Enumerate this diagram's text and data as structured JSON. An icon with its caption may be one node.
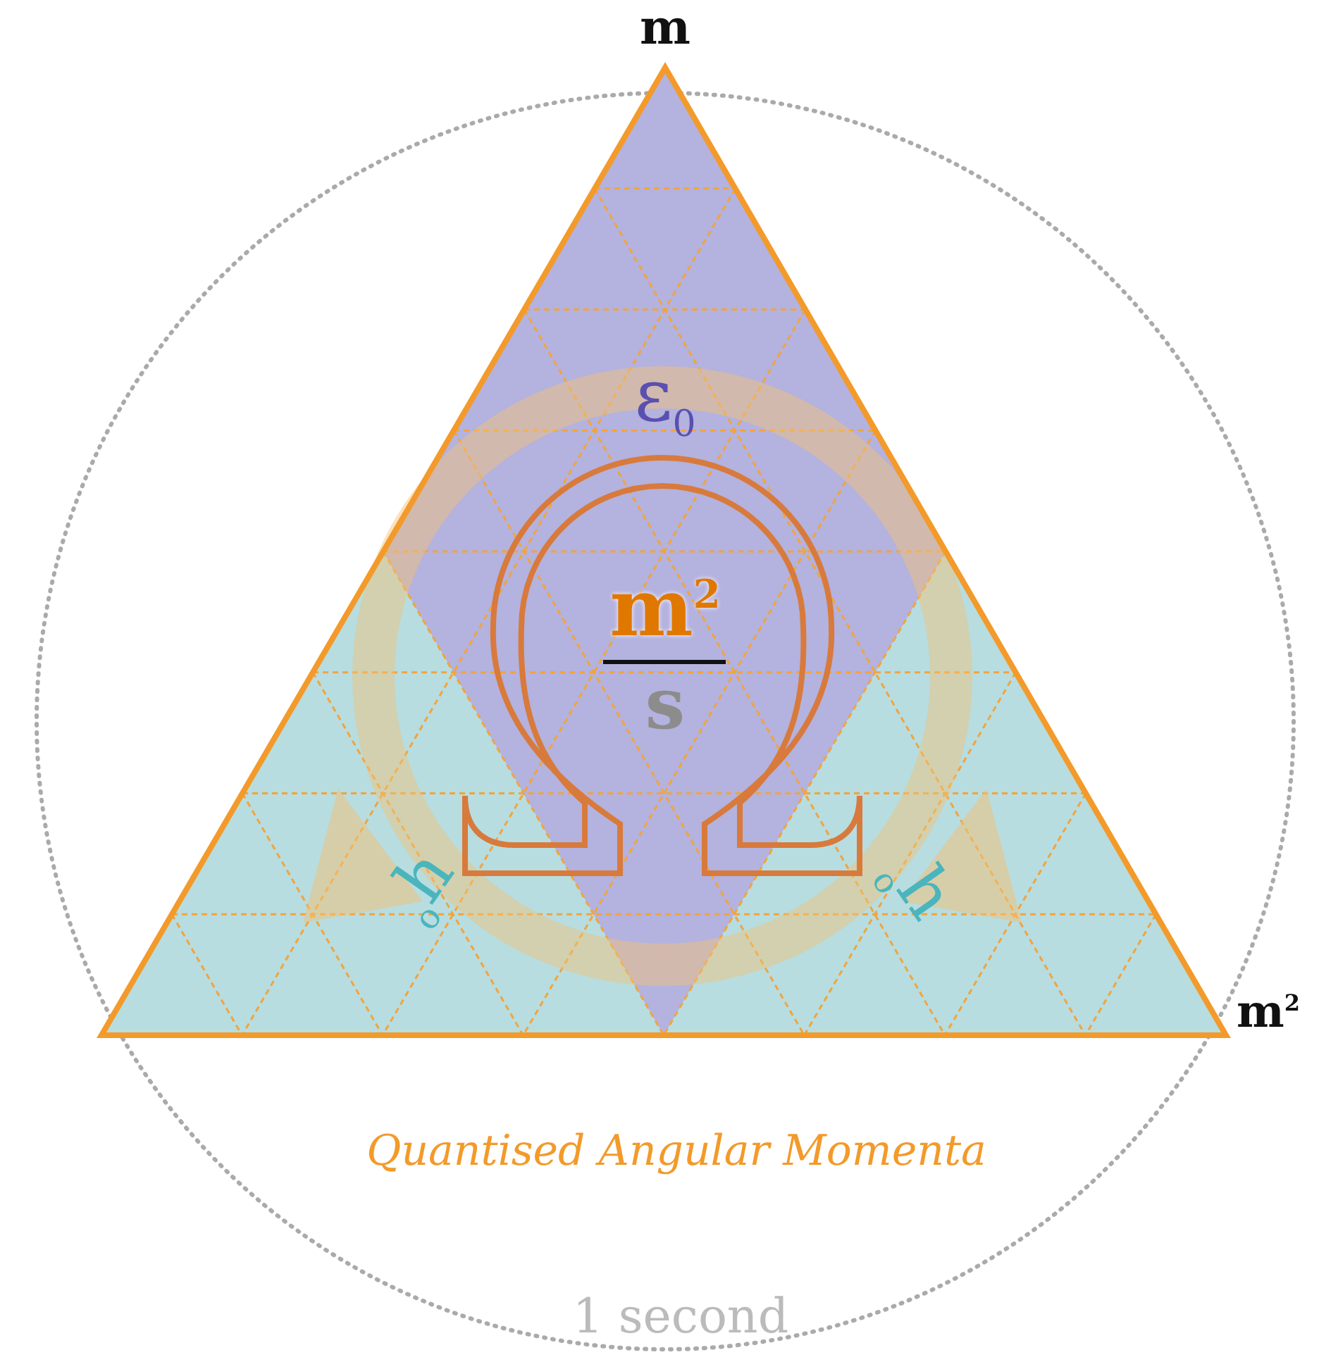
{
  "diagram": {
    "labels": [
      "m",
      "ε$_{0}$",
      "m$^{2}$",
      "s",
      "$_{o}$h",
      "$_{o}$h",
      "m$^{2}$",
      "Quantised Angular Momenta",
      "1 second"
    ]
  }
}
